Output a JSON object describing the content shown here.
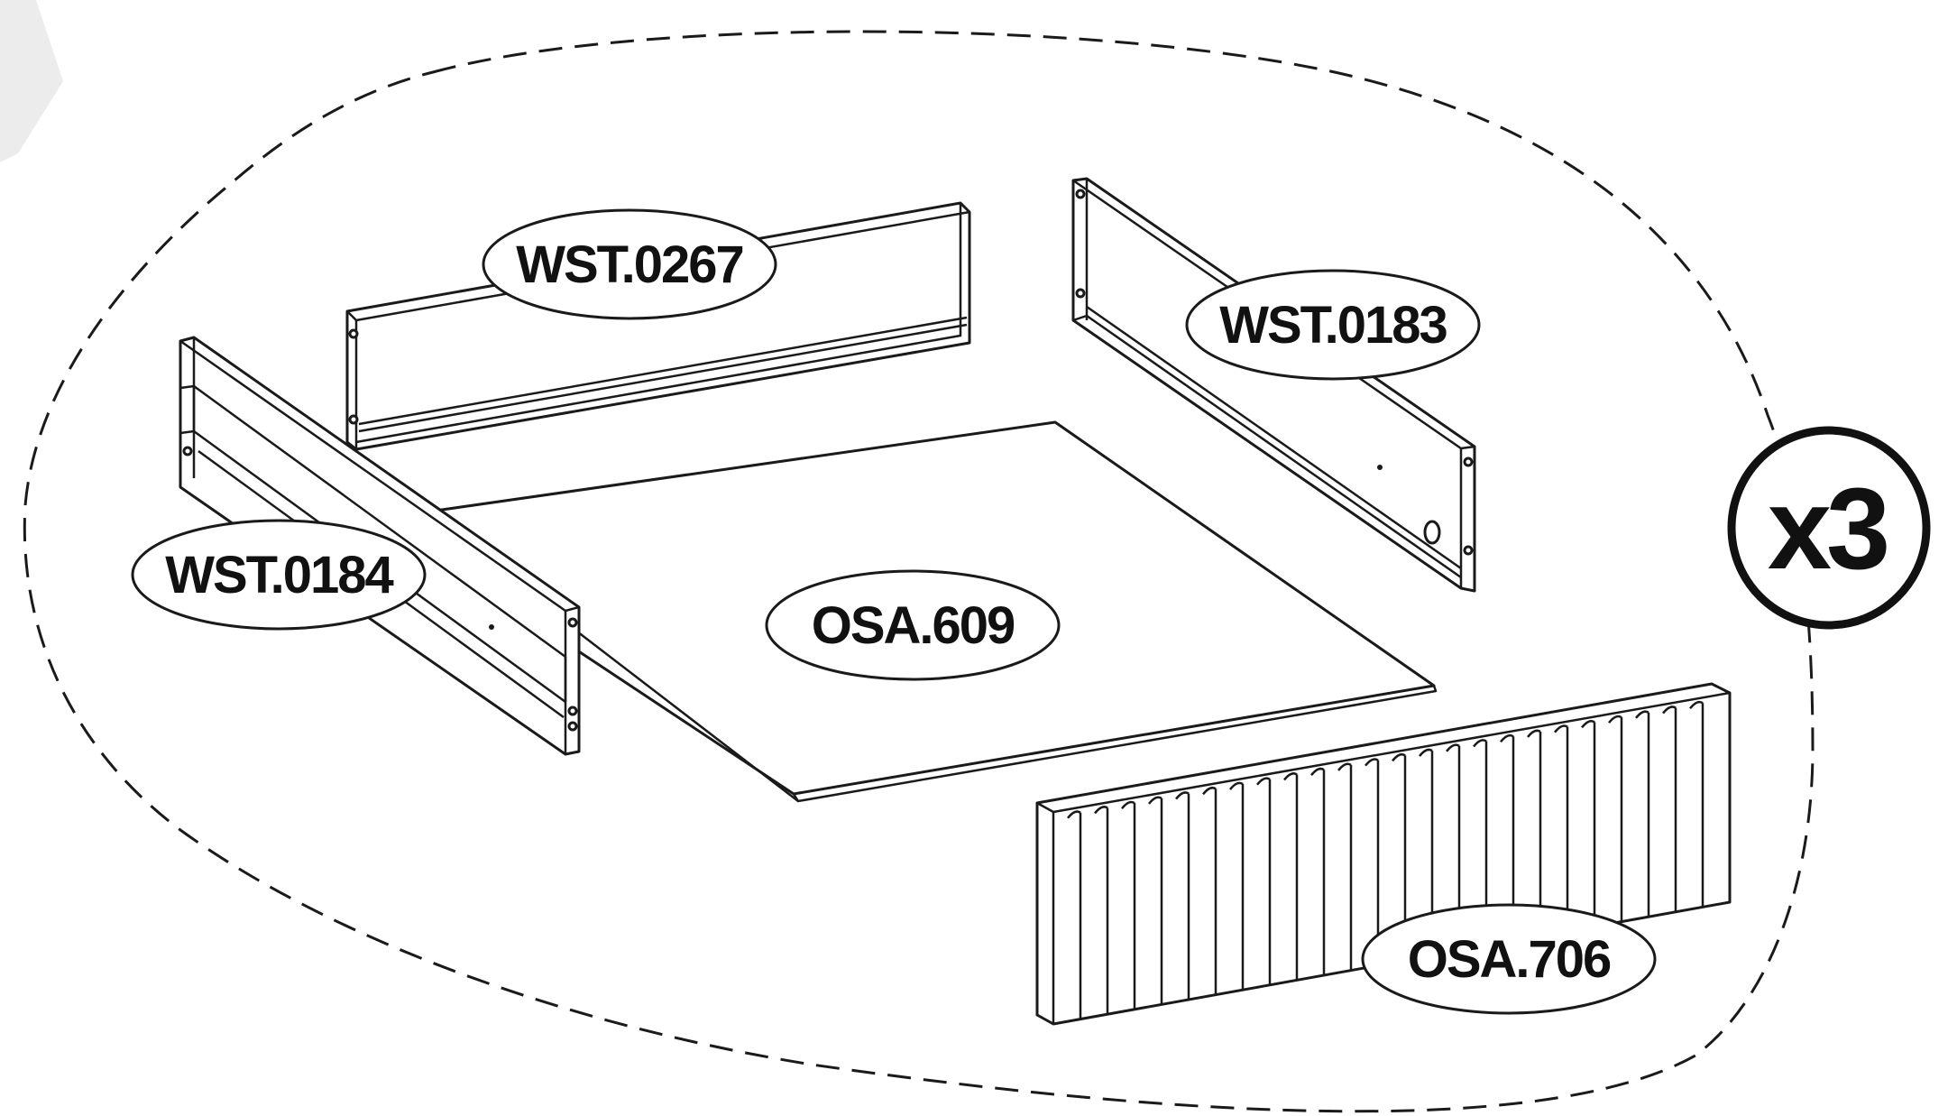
{
  "parts": {
    "back_panel": "WST.0267",
    "right_side": "WST.0183",
    "left_side": "WST.0184",
    "bottom_board": "OSA.609",
    "front_panel": "OSA.706"
  },
  "quantity": "x3"
}
